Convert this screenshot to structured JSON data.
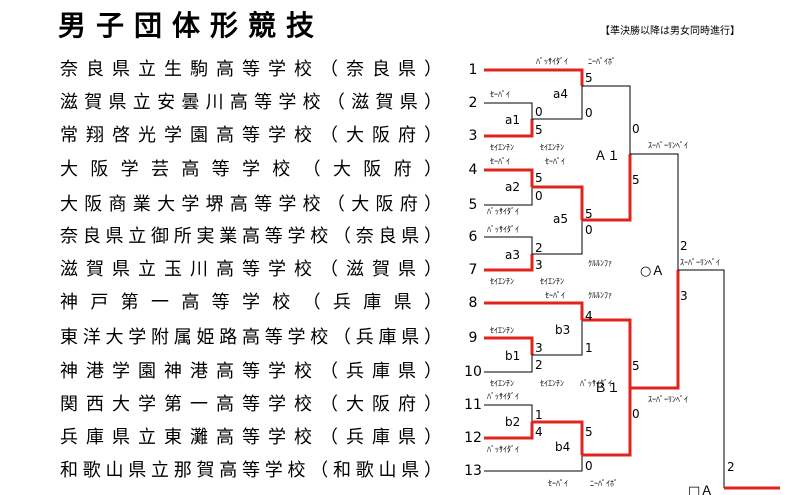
{
  "title": "男子団体形競技",
  "note": "【準決勝以降は男女同時進行】",
  "teams": [
    {
      "no": "1",
      "name": "奈良県立生駒高等学校（奈良県）"
    },
    {
      "no": "2",
      "name": "滋賀県立安曇川高等学校（滋賀県）"
    },
    {
      "no": "3",
      "name": "常翔啓光学園高等学校（大阪府）"
    },
    {
      "no": "4",
      "name": "大阪学芸高等学校（大阪府）"
    },
    {
      "no": "5",
      "name": "大阪商業大学堺高等学校（大阪府）"
    },
    {
      "no": "6",
      "name": "奈良県立御所実業高等学校（奈良県）"
    },
    {
      "no": "7",
      "name": "滋賀県立玉川高等学校（滋賀県）"
    },
    {
      "no": "8",
      "name": "神戸第一高等学校（兵庫県）"
    },
    {
      "no": "9",
      "name": "東洋大学附属姫路高等学校（兵庫県）"
    },
    {
      "no": "10",
      "name": "神港学園神港高等学校（兵庫県）"
    },
    {
      "no": "11",
      "name": "関西大学第一高等学校（大阪府）"
    },
    {
      "no": "12",
      "name": "兵庫県立東灘高等学校（兵庫県）"
    },
    {
      "no": "13",
      "name": "和歌山県立那賀高等学校（和歌山県）"
    }
  ],
  "matches": [
    {
      "id": "a1",
      "label": "a1"
    },
    {
      "id": "a2",
      "label": "a2"
    },
    {
      "id": "a3",
      "label": "a3"
    },
    {
      "id": "a4",
      "label": "a4"
    },
    {
      "id": "a5",
      "label": "a5"
    },
    {
      "id": "A1",
      "label": "Ａ１"
    },
    {
      "id": "OA",
      "label": "○Ａ"
    },
    {
      "id": "b1",
      "label": "b1"
    },
    {
      "id": "b2",
      "label": "b2"
    },
    {
      "id": "b3",
      "label": "b3"
    },
    {
      "id": "b4",
      "label": "b4"
    },
    {
      "id": "B1",
      "label": "Ｂ１"
    },
    {
      "id": "SA",
      "label": "□Ａ"
    }
  ],
  "kata": [
    {
      "id": "k1",
      "text": "ﾊﾞｯｻｲﾀﾞｲ"
    },
    {
      "id": "k2",
      "text": "ﾆｰﾊﾟｲﾎﾟ"
    },
    {
      "id": "k3",
      "text": "ｾｰﾊﾟｲ"
    },
    {
      "id": "k4",
      "text": "ｾｲｴﾝﾁﾝ"
    },
    {
      "id": "k5",
      "text": "ｾｲｴﾝﾁﾝ"
    },
    {
      "id": "k6",
      "text": "ｽｰﾊﾟｰﾘﾝﾍﾟｲ"
    },
    {
      "id": "k7",
      "text": "ｾｰﾊﾟｲ"
    },
    {
      "id": "k8",
      "text": "ｾｰﾊﾟｲ"
    },
    {
      "id": "k9",
      "text": "ﾊﾞｯｻｲﾀﾞｲ"
    },
    {
      "id": "k10",
      "text": "ﾊﾞｯｻｲﾀﾞｲ"
    },
    {
      "id": "k11",
      "text": "ｽｰﾊﾟｰﾘﾝﾍﾟｲ"
    },
    {
      "id": "k12",
      "text": "ｸﾙﾙﾝﾌｧ"
    },
    {
      "id": "k13",
      "text": "ｾｲｴﾝﾁﾝ"
    },
    {
      "id": "k14",
      "text": "ｾｲｴﾝﾁﾝ"
    },
    {
      "id": "k15",
      "text": "ｾｰﾊﾟｲ"
    },
    {
      "id": "k16",
      "text": "ｸﾙﾙﾝﾌｧ"
    },
    {
      "id": "k17",
      "text": "ｾｲｴﾝﾁﾝ"
    },
    {
      "id": "k18",
      "text": "ｾｲｴﾝﾁﾝ"
    },
    {
      "id": "k19",
      "text": "ｾｲｴﾝﾁﾝ"
    },
    {
      "id": "k20",
      "text": "ﾊﾞｯｻｲﾀﾞｲ"
    },
    {
      "id": "k21",
      "text": "ﾊﾞｯｻｲﾀﾞｲ"
    },
    {
      "id": "k22",
      "text": "ｽｰﾊﾟｰﾘﾝﾍﾟｲ"
    },
    {
      "id": "k23",
      "text": "ﾊﾞｯｻｲﾀﾞｲ"
    },
    {
      "id": "k24",
      "text": "ｾｰﾊﾟｲ"
    },
    {
      "id": "k25",
      "text": "ﾆｰﾊﾟｲﾎﾟ"
    }
  ],
  "scores": [
    {
      "id": "s1",
      "text": "5"
    },
    {
      "id": "s2",
      "text": "0"
    },
    {
      "id": "s3",
      "text": "0"
    },
    {
      "id": "s4",
      "text": "5"
    },
    {
      "id": "s5",
      "text": "0"
    },
    {
      "id": "s6",
      "text": "5"
    },
    {
      "id": "s7",
      "text": "5"
    },
    {
      "id": "s8",
      "text": "0"
    },
    {
      "id": "s9",
      "text": "2"
    },
    {
      "id": "s10",
      "text": "3"
    },
    {
      "id": "s11",
      "text": "5"
    },
    {
      "id": "s12",
      "text": "0"
    },
    {
      "id": "s13",
      "text": "2"
    },
    {
      "id": "s14",
      "text": "3"
    },
    {
      "id": "s15",
      "text": "4"
    },
    {
      "id": "s16",
      "text": "1"
    },
    {
      "id": "s17",
      "text": "3"
    },
    {
      "id": "s18",
      "text": "2"
    },
    {
      "id": "s19",
      "text": "5"
    },
    {
      "id": "s20",
      "text": "0"
    },
    {
      "id": "s21",
      "text": "1"
    },
    {
      "id": "s22",
      "text": "4"
    },
    {
      "id": "s23",
      "text": "5"
    },
    {
      "id": "s24",
      "text": "0"
    },
    {
      "id": "s25",
      "text": "2"
    }
  ],
  "colors": {
    "winner": "#e0231c",
    "line": "#000000"
  }
}
